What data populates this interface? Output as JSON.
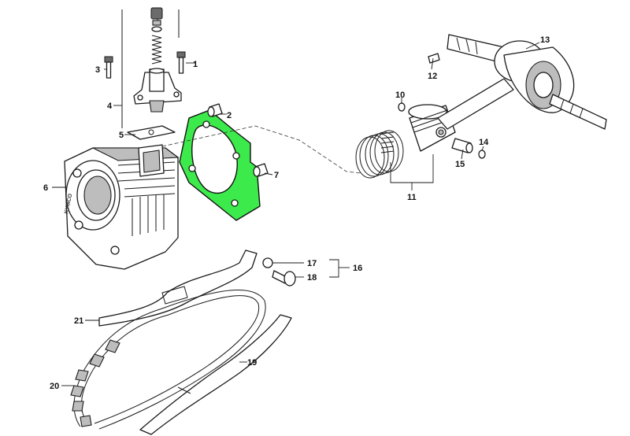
{
  "callouts": {
    "c1": "1",
    "c2": "2",
    "c3": "3",
    "c4": "4",
    "c5": "5",
    "c6": "6",
    "c7": "7",
    "c10": "10",
    "c11": "11",
    "c12": "12",
    "c13": "13",
    "c14": "14",
    "c15": "15",
    "c16": "16",
    "c17": "17",
    "c18": "18",
    "c19": "19",
    "c20": "20",
    "c21": "21"
  },
  "stamp_text": "KYMCO",
  "highlight_color": "#3dea4c",
  "highlighted_part": "5"
}
